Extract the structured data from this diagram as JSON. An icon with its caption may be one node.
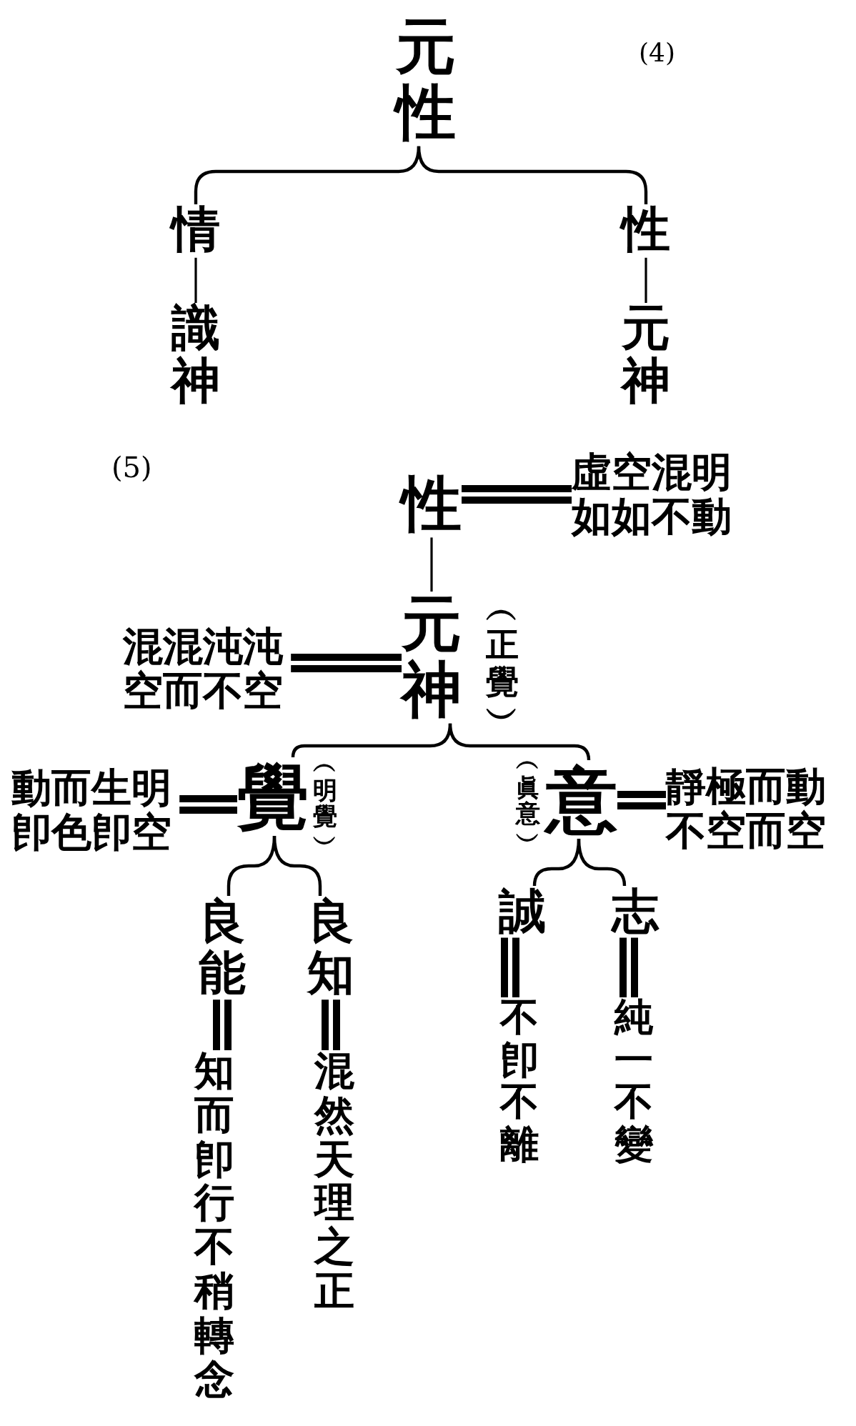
{
  "diagram": {
    "nodes": [
      {
        "text": [
          "元性"
        ]
      },
      {
        "text": [
          "情"
        ]
      },
      {
        "text": [
          "性"
        ]
      },
      {
        "text": [
          "識神"
        ]
      },
      {
        "text": [
          "元神"
        ]
      },
      {
        "text": [
          "性"
        ]
      },
      {
        "text": [
          "虛空混明如如不動"
        ]
      },
      {
        "text": [
          "元神"
        ],
        "beside": [
          "︵正覺︶"
        ]
      },
      {
        "text": [
          "混混沌沌空而不空"
        ]
      },
      {
        "text": [
          "覺"
        ],
        "beside": [
          "︵明覺︶"
        ]
      },
      {
        "text": [
          "動而生明卽色卽空"
        ]
      },
      {
        "text": [
          "意"
        ],
        "beside": [
          "︵眞意︶"
        ]
      },
      {
        "text": [
          "靜極而動不空而空"
        ]
      },
      {
        "text": [
          "良能"
        ]
      },
      {
        "text": [
          "知而卽行不稍轉念"
        ]
      },
      {
        "text": [
          "良知"
        ]
      },
      {
        "text": [
          "混然天理之正"
        ]
      },
      {
        "text": [
          "誠"
        ]
      },
      {
        "text": [
          "不卽不離"
        ]
      },
      {
        "text": [
          "志"
        ]
      },
      {
        "text": [
          "純一不變"
        ]
      }
    ],
    "edges": [
      {
        "from": 0,
        "to": 1,
        "arrow": "none"
      },
      {
        "from": 0,
        "to": 2,
        "arrow": "none"
      },
      {
        "from": 1,
        "to": 3,
        "arrow": "none"
      },
      {
        "from": 2,
        "to": 4,
        "arrow": "none"
      },
      {
        "from": 5,
        "to": 6,
        "arrow": "none",
        "style": "thick"
      },
      {
        "from": 5,
        "to": 7,
        "arrow": "none"
      },
      {
        "from": 7,
        "to": 8,
        "arrow": "none",
        "style": "thick"
      },
      {
        "from": 7,
        "to": 9,
        "arrow": "none"
      },
      {
        "from": 7,
        "to": 11,
        "arrow": "none"
      },
      {
        "from": 9,
        "to": 10,
        "arrow": "none",
        "style": "thick"
      },
      {
        "from": 11,
        "to": 12,
        "arrow": "none",
        "style": "thick"
      },
      {
        "from": 9,
        "to": 13,
        "arrow": "none"
      },
      {
        "from": 9,
        "to": 15,
        "arrow": "none"
      },
      {
        "from": 13,
        "to": 14,
        "arrow": "none",
        "style": "thick"
      },
      {
        "from": 15,
        "to": 16,
        "arrow": "none",
        "style": "thick"
      },
      {
        "from": 11,
        "to": 17,
        "arrow": "none"
      },
      {
        "from": 11,
        "to": 19,
        "arrow": "none"
      },
      {
        "from": 17,
        "to": 18,
        "arrow": "none",
        "style": "thick"
      },
      {
        "from": 19,
        "to": 20,
        "arrow": "none",
        "style": "thick"
      }
    ],
    "labels": [
      "(4)",
      "(5)"
    ]
  }
}
